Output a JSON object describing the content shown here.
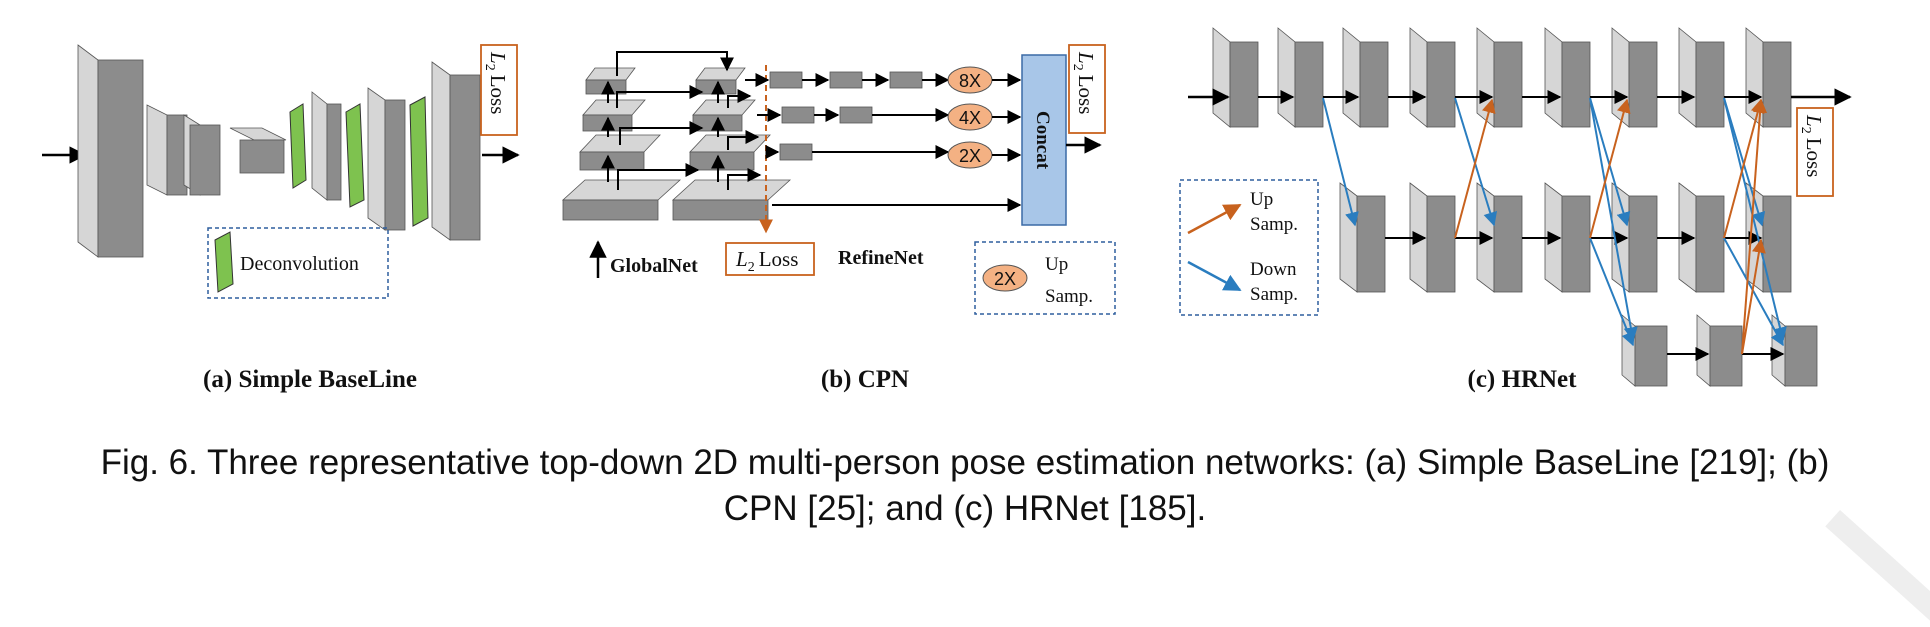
{
  "panel_a": {
    "loss_prefix": "L",
    "loss_sub": "2",
    "loss_word": "Loss",
    "legend_label": "Deconvolution",
    "caption": "(a) Simple BaseLine"
  },
  "panel_b": {
    "upsample_8x": "8X",
    "upsample_4x": "4X",
    "upsample_2x": "2X",
    "concat_label": "Concat",
    "loss_prefix": "L",
    "loss_sub": "2",
    "loss_word": "Loss",
    "globalnet_label": "GlobalNet",
    "refinenet_label": "RefineNet",
    "legend_badge": "2X",
    "legend_line1": "Up",
    "legend_line2": "Samp.",
    "caption": "(b) CPN"
  },
  "panel_c": {
    "loss_prefix": "L",
    "loss_sub": "2",
    "loss_word": "Loss",
    "legend_up_line1": "Up",
    "legend_up_line2": "Samp.",
    "legend_down_line1": "Down",
    "legend_down_line2": "Samp.",
    "caption": "(c) HRNet"
  },
  "caption": {
    "line1": "Fig. 6.  Three representative top-down 2D multi-person pose estimation networks: (a) Simple BaseLine [219]; (b)",
    "line2": "CPN [25]; and (c) HRNet [185]."
  },
  "colors": {
    "block_front": "#8c8c8c",
    "block_top": "#d6d6d6",
    "block_side": "#6e6e6e",
    "deconv_green": "#7ec24f",
    "upsample_orange": "#c8621e",
    "downsample_blue": "#2a7dbf",
    "badge_fill": "#f4b183",
    "concat_fill": "#a8c6e8",
    "loss_border": "#c8621e",
    "legend_border": "#2f5f9e"
  }
}
